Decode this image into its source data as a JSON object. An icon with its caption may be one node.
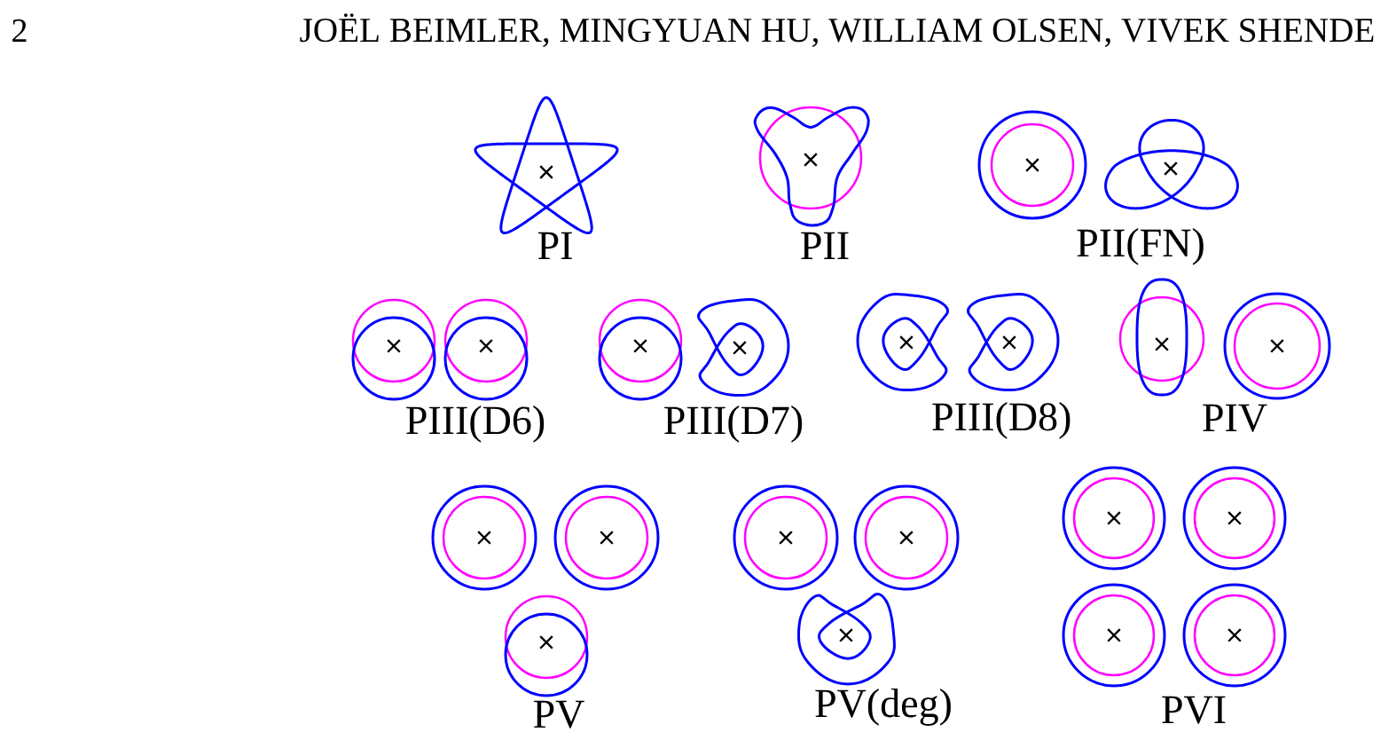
{
  "diagram": {
    "labels": [
      "2",
      "JOËL BEIMLER, MINGYUAN HU, WILLIAM OLSEN, VIVEK SHENDE",
      "PI",
      "PII",
      "PII(FN)",
      "PIII(D6)",
      "PIII(D7)",
      "PIII(D8)",
      "PIV",
      "PV",
      "PV(deg)",
      "PVI"
    ]
  }
}
